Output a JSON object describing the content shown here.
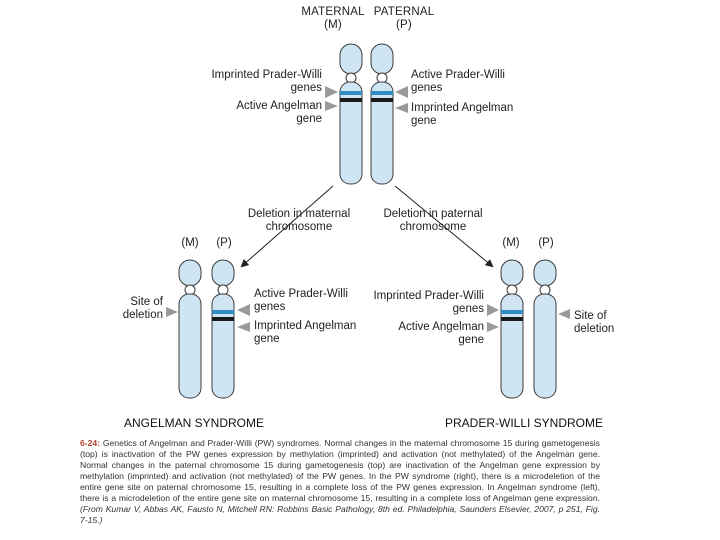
{
  "headers": {
    "maternal": "MATERNAL",
    "maternal_abbr": "(M)",
    "paternal": "PATERNAL",
    "paternal_abbr": "(P)"
  },
  "top_labels": {
    "imprinted_pw_1": "Imprinted Prader-Willi",
    "imprinted_pw_2": "genes",
    "active_ang_1": "Active Angelman",
    "active_ang_2": "gene",
    "active_pw_1": "Active Prader-Willi",
    "active_pw_2": "genes",
    "imprinted_ang_1": "Imprinted Angelman",
    "imprinted_ang_2": "gene"
  },
  "deletions": {
    "maternal_1": "Deletion in maternal",
    "maternal_2": "chromosome",
    "paternal_1": "Deletion in paternal",
    "paternal_2": "chromosome"
  },
  "left_panel": {
    "m": "(M)",
    "p": "(P)",
    "site_1": "Site of",
    "site_2": "deletion",
    "active_pw_1": "Active Prader-Willi",
    "active_pw_2": "genes",
    "imprinted_ang_1": "Imprinted Angelman",
    "imprinted_ang_2": "gene",
    "syndrome": "ANGELMAN SYNDROME"
  },
  "right_panel": {
    "m": "(M)",
    "p": "(P)",
    "site_1": "Site of",
    "site_2": "deletion",
    "imprinted_pw_1": "Imprinted Prader-Willi",
    "imprinted_pw_2": "genes",
    "active_ang_1": "Active Angelman",
    "active_ang_2": "gene",
    "syndrome": "PRADER-WILLI SYNDROME"
  },
  "caption": {
    "fig_label": "6-24:",
    "text": "Genetics of Angelman and Prader-Willi (PW) syndromes. Normal changes in the maternal chromosome 15 during gametogenesis (top) is inactivation of the PW genes expression by methylation (imprinted) and activation (not methylated) of the Angelman gene. Normal changes in the paternal chromosome 15 during gametogenesis (top) are inactivation of the Angelman gene expression by methylation (imprinted) and activation (not methylated) of the PW genes. In the PW syndrome (right), there is a microdeletion of the entire gene site on paternal chromosome 15, resulting in a complete loss of the PW genes expression. In Angelman syndrome (left), there is a microdeletion of the entire gene site on maternal chromosome 15, resulting in a complete loss of Angelman gene expression.",
    "source": "(From Kumar V, Abbas AK, Fausto N, Mitchell RN: Robbins Basic Pathology, 8th ed. Philadelphia, Saunders Elsevier, 2007, p 251, Fig. 7-15.)"
  },
  "colors": {
    "chromosome_fill": "#cfe5f4",
    "chromosome_stroke": "#3b3b3b",
    "band_pw": "#2f8fc4",
    "band_angelman": "#1a1a1a",
    "pointer": "#9a9a9a",
    "figure_label": "#b5432b"
  }
}
